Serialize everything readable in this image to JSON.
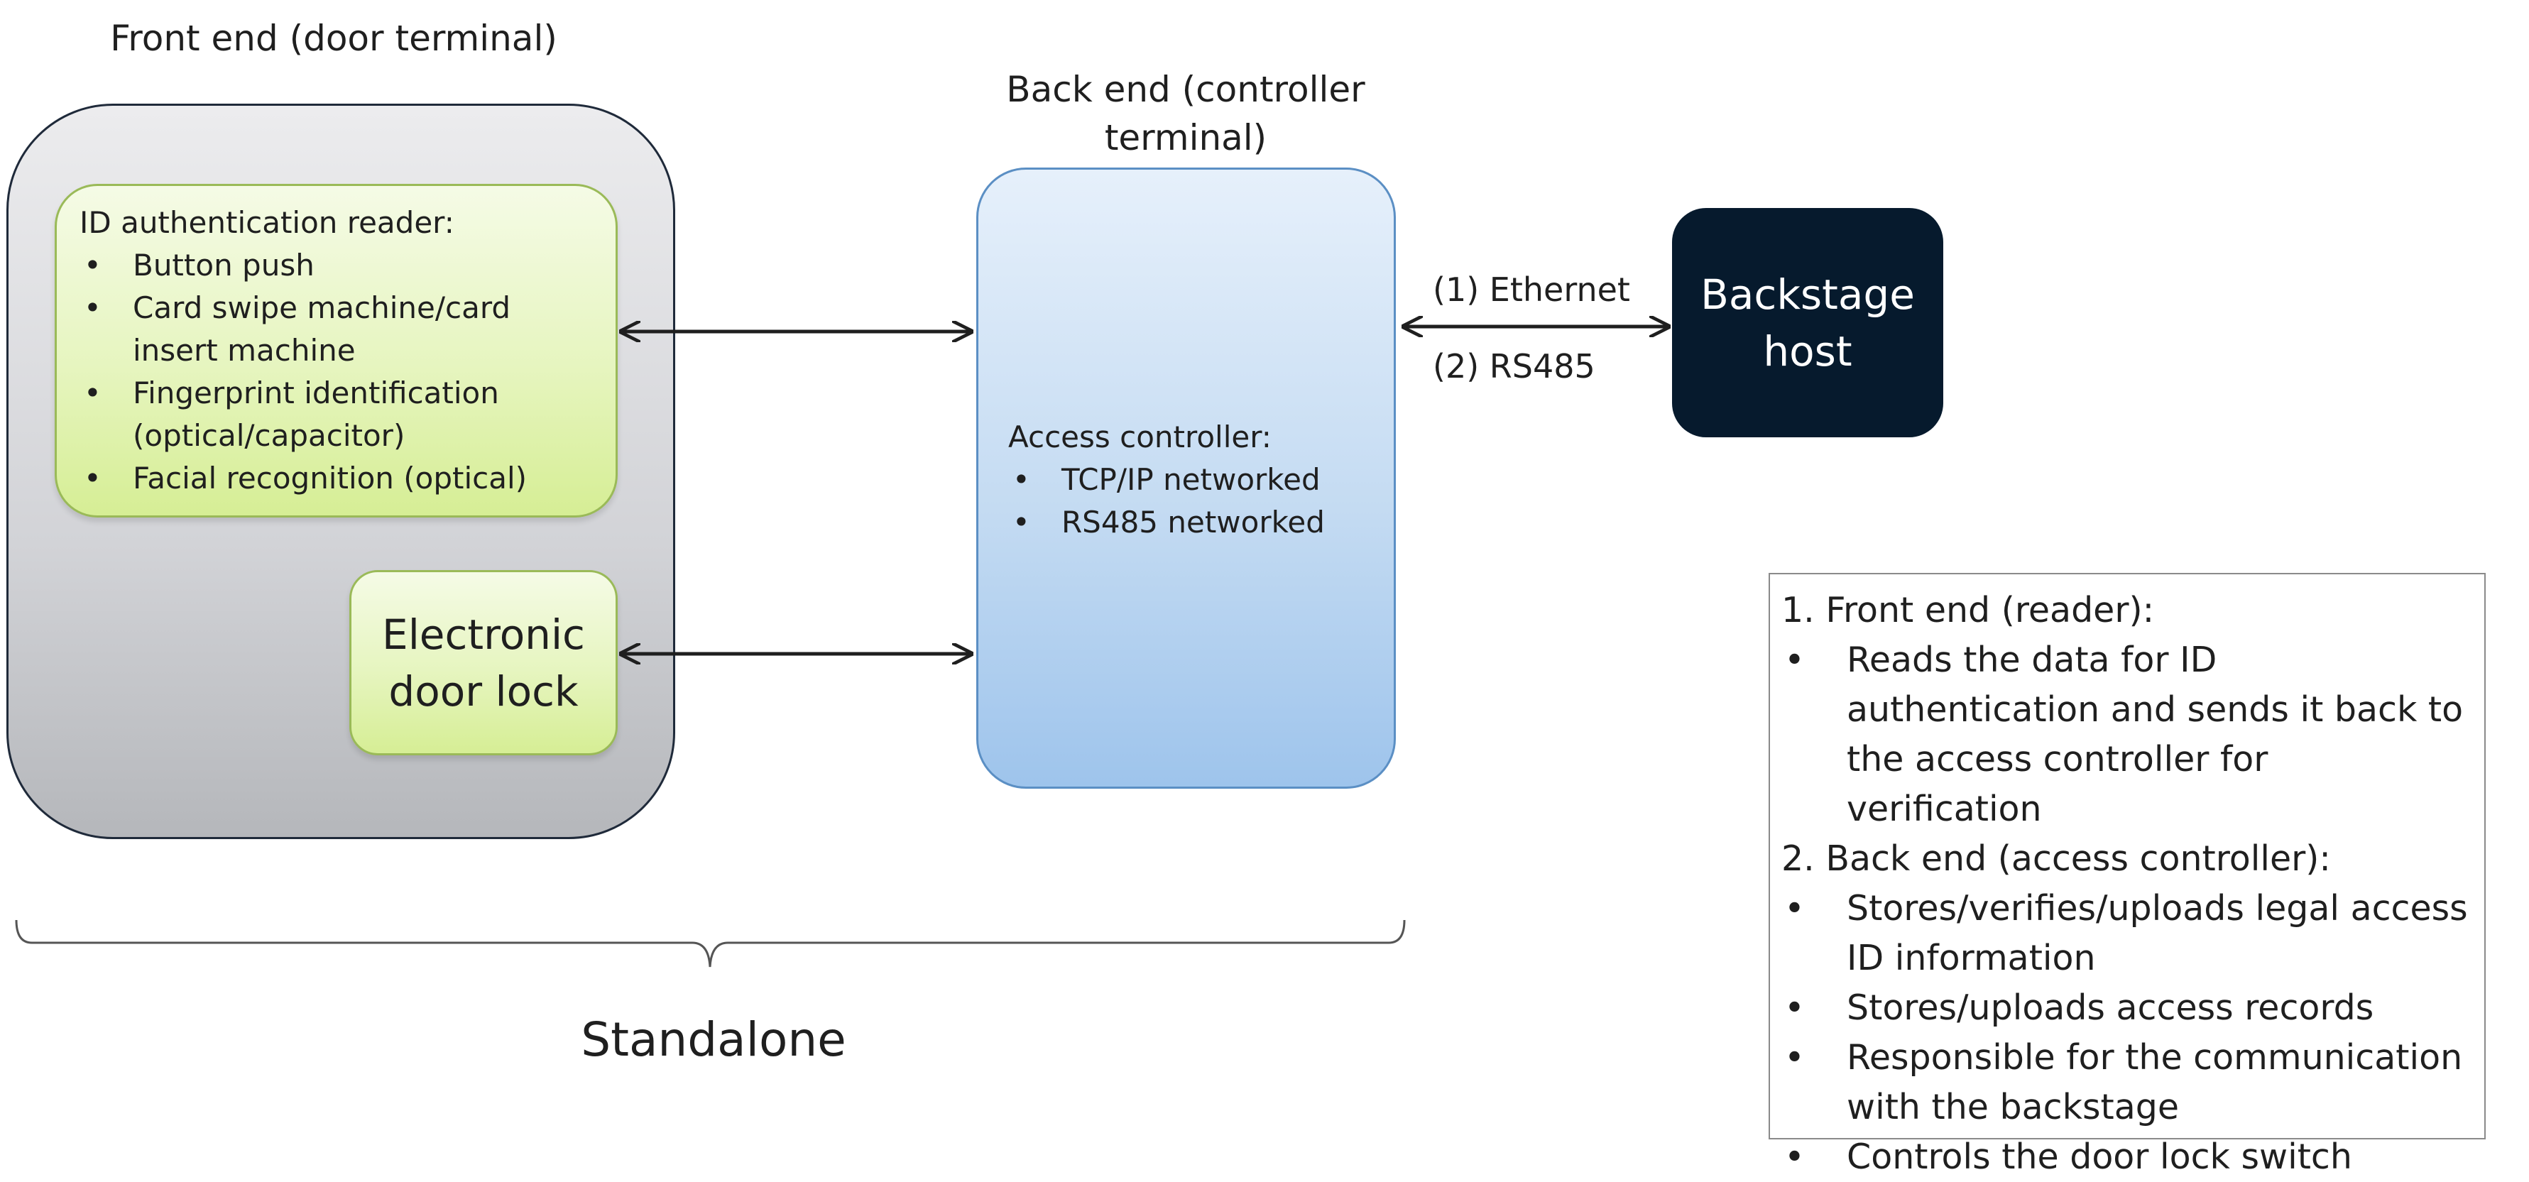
{
  "frontend": {
    "heading": "Front end (door terminal)",
    "reader": {
      "title": "ID authentication reader:",
      "items": [
        "Button push",
        "Card swipe machine/card insert machine",
        "Fingerprint identification (optical/capacitor)",
        "Facial recognition (optical)"
      ]
    },
    "lock_label_line1": "Electronic",
    "lock_label_line2": "door lock"
  },
  "backend": {
    "heading_line1": "Back end (controller",
    "heading_line2": "terminal)",
    "title": "Access controller:",
    "items": [
      "TCP/IP networked",
      "RS485 networked"
    ]
  },
  "connection": {
    "label_top": "(1) Ethernet",
    "label_bottom": "(2) RS485"
  },
  "host": {
    "label_line1": "Backstage",
    "label_line2": "host"
  },
  "standalone_label": "Standalone",
  "legend": {
    "section1_title": "1. Front end (reader):",
    "section1_items": [
      "Reads the data for ID authentication and sends it back to the access controller for verification"
    ],
    "section2_title": "2. Back end (access controller):",
    "section2_items": [
      "Stores/verifies/uploads legal access ID information",
      "Stores/uploads access records",
      "Responsible for the communication with the backstage",
      "Controls the door lock switch"
    ]
  },
  "colors": {
    "frontend_fill": "#d2d3d7",
    "reader_fill": "#e6f5bf",
    "backend_fill": "#c4dbf2",
    "host_fill": "#061a2d",
    "arrow": "#1f1f1f"
  }
}
